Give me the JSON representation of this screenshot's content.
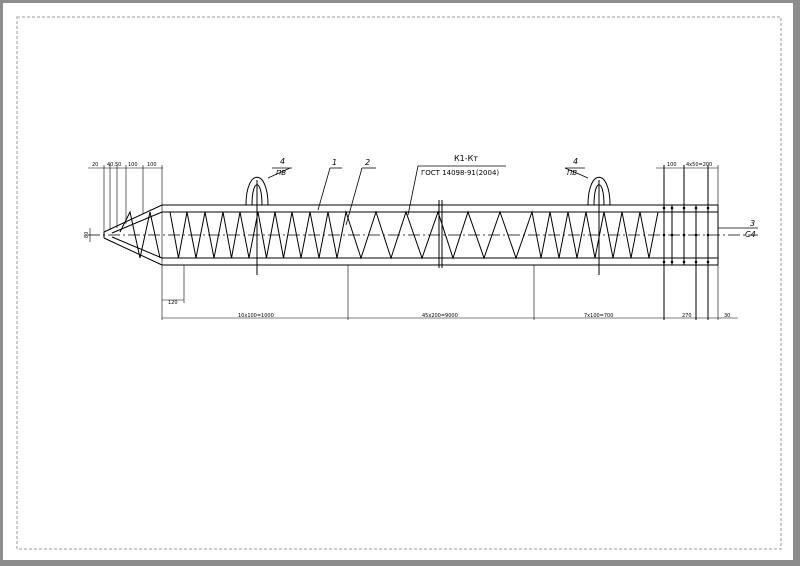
{
  "drawing": {
    "colors": {
      "ink": "#000000",
      "paper": "#ffffff",
      "background": "#8c8c8c",
      "frame": "#9a9a9a"
    },
    "callouts": {
      "mark_main": "К1-Кт",
      "standard": "ГОСТ 14098-91(2004)",
      "pos_4": "4",
      "pv": "ПВ",
      "pos_1": "1",
      "pos_2": "2",
      "pos_3": "3",
      "c4": "С4"
    },
    "top_dims": {
      "d20": "20",
      "d40_50": "40,50",
      "d100a": "100",
      "d100b": "100",
      "d100c": "100",
      "d4x50": "4х50=200"
    },
    "left_dim": "80",
    "bottom_dims": {
      "d120": "120",
      "seg1": "10х100=1000",
      "seg2": "45х200=9000",
      "seg3": "7х100=700",
      "seg4": "270",
      "seg5": "30"
    }
  }
}
